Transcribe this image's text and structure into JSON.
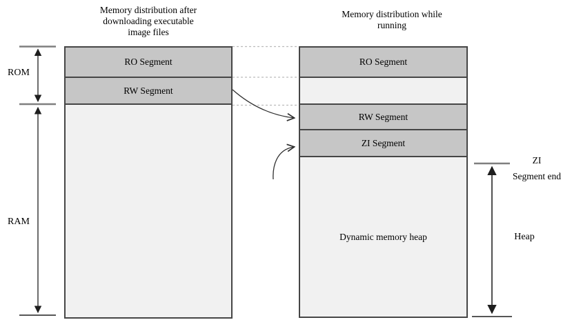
{
  "titles": {
    "left_lines": [
      "Memory distribution after",
      "downloading executable",
      "image files"
    ],
    "right_lines": [
      "Memory distribution while",
      "running"
    ]
  },
  "left_column": {
    "heading_meaning": "memory map after downloading executable image files",
    "segments": [
      {
        "label": "RO Segment",
        "style": "dark"
      },
      {
        "label": "RW Segment",
        "style": "dark"
      },
      {
        "label": "",
        "style": "light"
      }
    ]
  },
  "right_column": {
    "heading_meaning": "memory map while running",
    "segments": [
      {
        "label": "RO Segment",
        "style": "dark"
      },
      {
        "label": "",
        "style": "light"
      },
      {
        "label": "RW Segment",
        "style": "dark"
      },
      {
        "label": "ZI Segment",
        "style": "dark"
      },
      {
        "label": "Dynamic memory heap",
        "style": "light"
      }
    ]
  },
  "side_labels": {
    "rom": "ROM",
    "ram": "RAM",
    "heap": "Heap",
    "zi_end_lines": [
      "ZI",
      "Segment end"
    ]
  },
  "annotations": {
    "copy_arrows": [
      "RW Segment copied from load region to RAM execution region",
      "ZI Segment created in RAM at runtime"
    ],
    "dashed_alignment_lines": 3
  },
  "colors": {
    "segment_dark": "#c6c6c6",
    "segment_light": "#f1f1f1",
    "border": "#454545",
    "dashed_line": "#bbbbbb",
    "tick": "#7f7f7f",
    "arrow": "#2e2e2e",
    "background": "#ffffff",
    "text": "#000000"
  }
}
